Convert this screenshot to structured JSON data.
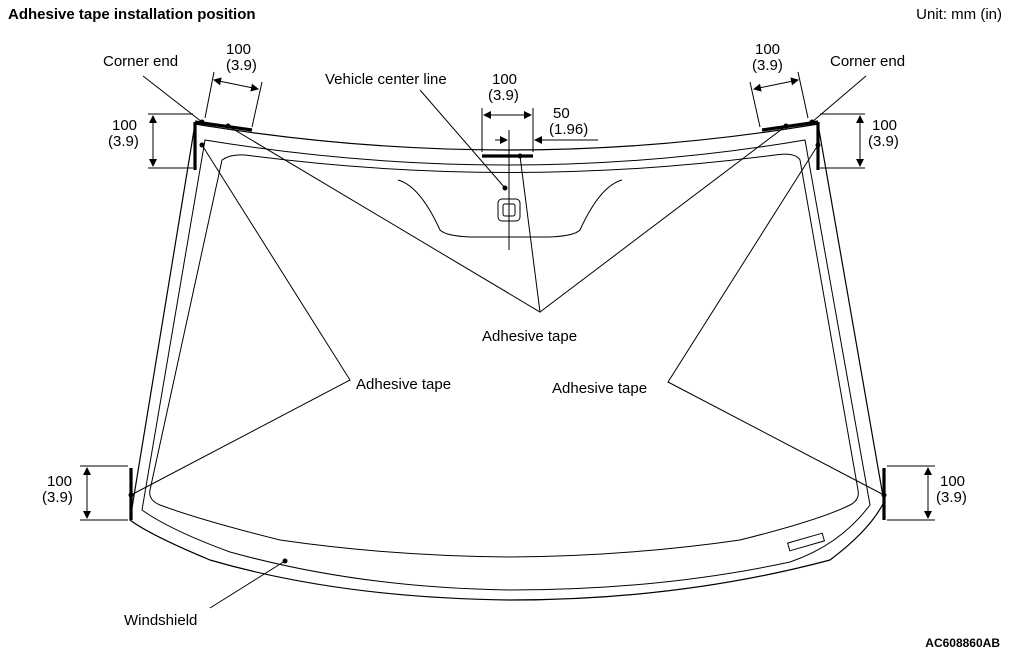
{
  "header": {
    "title": "Adhesive tape installation position",
    "unit": "Unit: mm (in)"
  },
  "footer": {
    "code": "AC608860AB"
  },
  "labels": {
    "corner_end": "Corner end",
    "vehicle_center_line": "Vehicle center line",
    "adhesive_tape": "Adhesive tape",
    "windshield": "Windshield"
  },
  "dimensions": {
    "d100_mm": "100",
    "d100_in": "(3.9)",
    "d50_mm": "50",
    "d50_in": "(1.96)"
  }
}
